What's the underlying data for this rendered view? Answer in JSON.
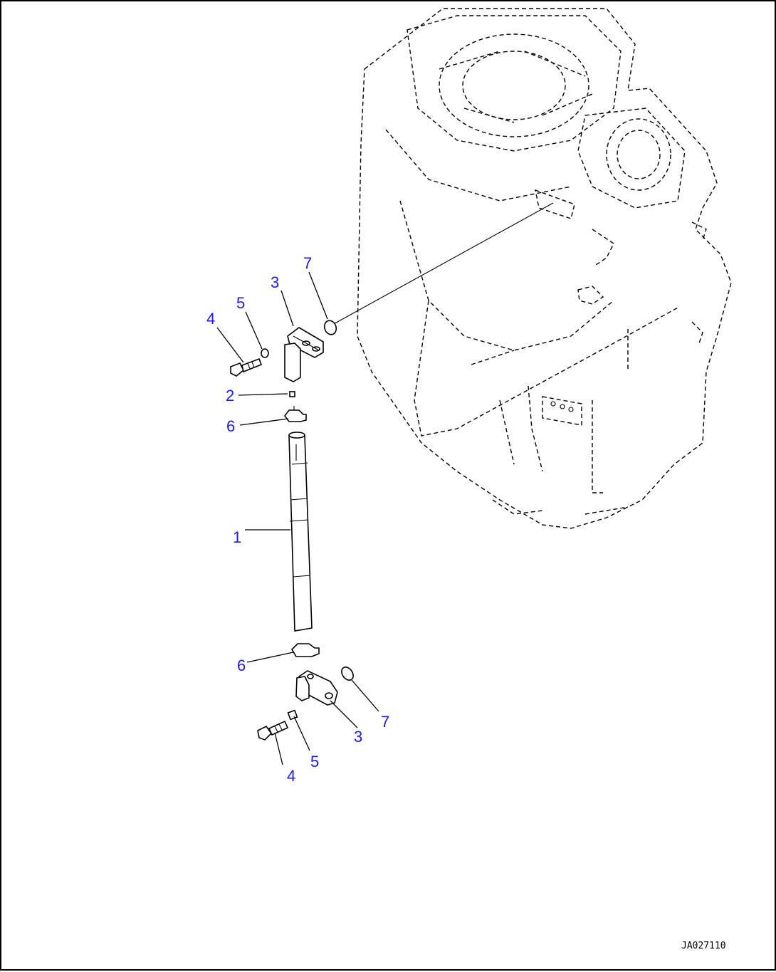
{
  "callouts": {
    "shaft": "1",
    "ball": "2",
    "bracket_upper": "3",
    "bracket_lower": "3",
    "bolt_upper": "4",
    "bolt_lower": "4",
    "washer_upper": "5",
    "washer_lower": "5",
    "collar_upper": "6",
    "collar_lower": "6",
    "plug_upper": "7",
    "plug_lower": "7"
  },
  "drawing_id": "JA027110",
  "colors": {
    "callout": "#1a1aff",
    "line": "#000000",
    "background": "#ffffff"
  }
}
